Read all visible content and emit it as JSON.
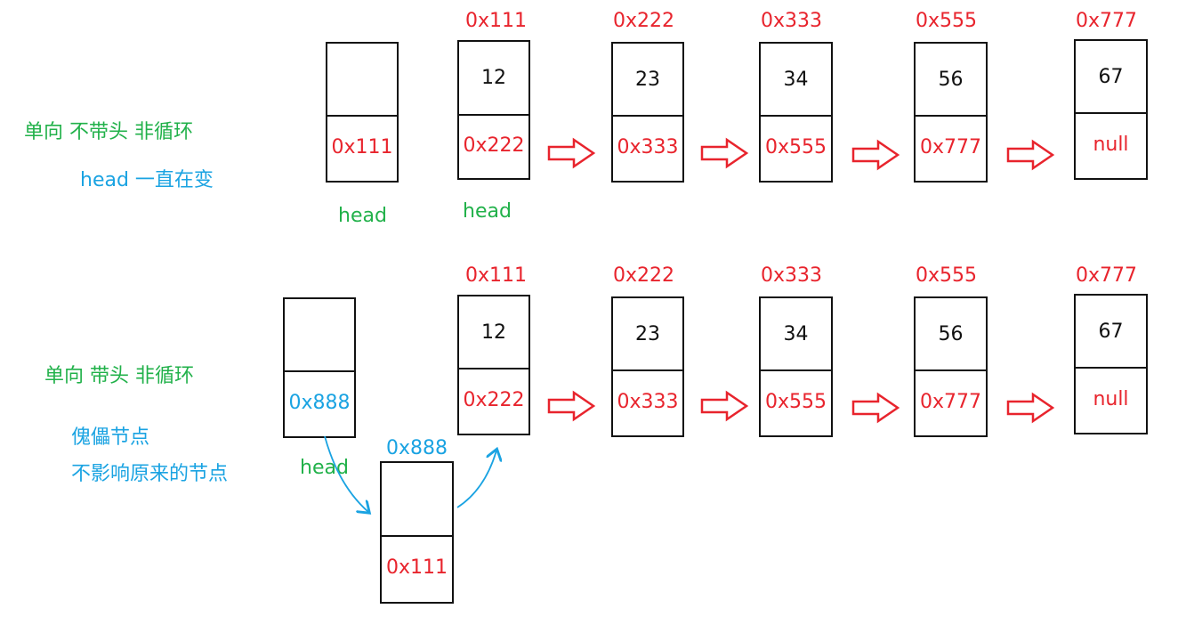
{
  "colors": {
    "address": "#e8242d",
    "note_green": "#21b14a",
    "note_blue": "#1aa3e2",
    "box_stroke": "#111111"
  },
  "row1": {
    "title": "单向 不带头 非循环",
    "note": "head 一直在变",
    "head_box": {
      "data": "",
      "next": "0x111"
    },
    "head_label_1": "head",
    "head_label_2": "head",
    "nodes": [
      {
        "addr": "0x111",
        "data": "12",
        "next": "0x222"
      },
      {
        "addr": "0x222",
        "data": "23",
        "next": "0x333"
      },
      {
        "addr": "0x333",
        "data": "34",
        "next": "0x555"
      },
      {
        "addr": "0x555",
        "data": "56",
        "next": "0x777"
      },
      {
        "addr": "0x777",
        "data": "67",
        "next": "null"
      }
    ]
  },
  "row2": {
    "title": "单向 带头 非循环",
    "note_line1": "傀儡节点",
    "note_line2": "不影响原来的节点",
    "head_box": {
      "data": "",
      "next": "0x888"
    },
    "head_label": "head",
    "sentinel": {
      "addr": "0x888",
      "data": "",
      "next": "0x111"
    },
    "nodes": [
      {
        "addr": "0x111",
        "data": "12",
        "next": "0x222"
      },
      {
        "addr": "0x222",
        "data": "23",
        "next": "0x333"
      },
      {
        "addr": "0x333",
        "data": "34",
        "next": "0x555"
      },
      {
        "addr": "0x555",
        "data": "56",
        "next": "0x777"
      },
      {
        "addr": "0x777",
        "data": "67",
        "next": "null"
      }
    ]
  }
}
